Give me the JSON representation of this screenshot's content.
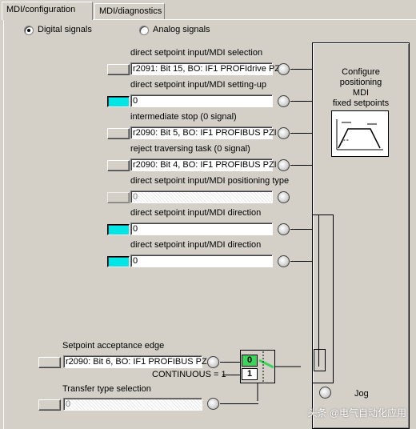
{
  "tabs": [
    {
      "label": "MDI/configuration"
    },
    {
      "label": "MDI/diagnostics"
    }
  ],
  "signal_type": {
    "digital_label": "Digital signals",
    "analog_label": "Analog signals",
    "selected": "Digital signals"
  },
  "signals": [
    {
      "label": "direct setpoint input/MDI selection",
      "value": "r2091: Bit 15, BO: IF1 PROFIdrive PZ",
      "active": false
    },
    {
      "label": "direct setpoint input/MDI setting-up",
      "value": "0",
      "active": true
    },
    {
      "label": "intermediate stop (0 signal)",
      "value": "r2090: Bit 5, BO: IF1 PROFIBUS PZI",
      "active": false
    },
    {
      "label": "reject traversing task (0 signal)",
      "value": "r2090: Bit 4, BO: IF1 PROFIBUS PZI",
      "active": false
    },
    {
      "label": "direct setpoint input/MDI positioning type",
      "value": "0",
      "active": false,
      "disabled": true
    },
    {
      "label": "direct setpoint input/MDI direction",
      "value": "0",
      "active": true
    },
    {
      "label": "direct setpoint input/MDI direction",
      "value": "0",
      "active": true
    }
  ],
  "configure": {
    "line1": "Configure",
    "line2": "positioning",
    "line3": "MDI",
    "line4": "fixed setpoints"
  },
  "acceptance": {
    "label": "Setpoint acceptance edge",
    "value": "r2090: Bit 6, BO: IF1 PROFIBUS PZ",
    "continuous_label": "CONTINUOUS = 1",
    "gate_top": "0",
    "gate_bottom": "1"
  },
  "transfer": {
    "label": "Transfer type selection",
    "value": "0"
  },
  "jog_label": "Jog",
  "watermark": "头条 @电气自动化应用"
}
